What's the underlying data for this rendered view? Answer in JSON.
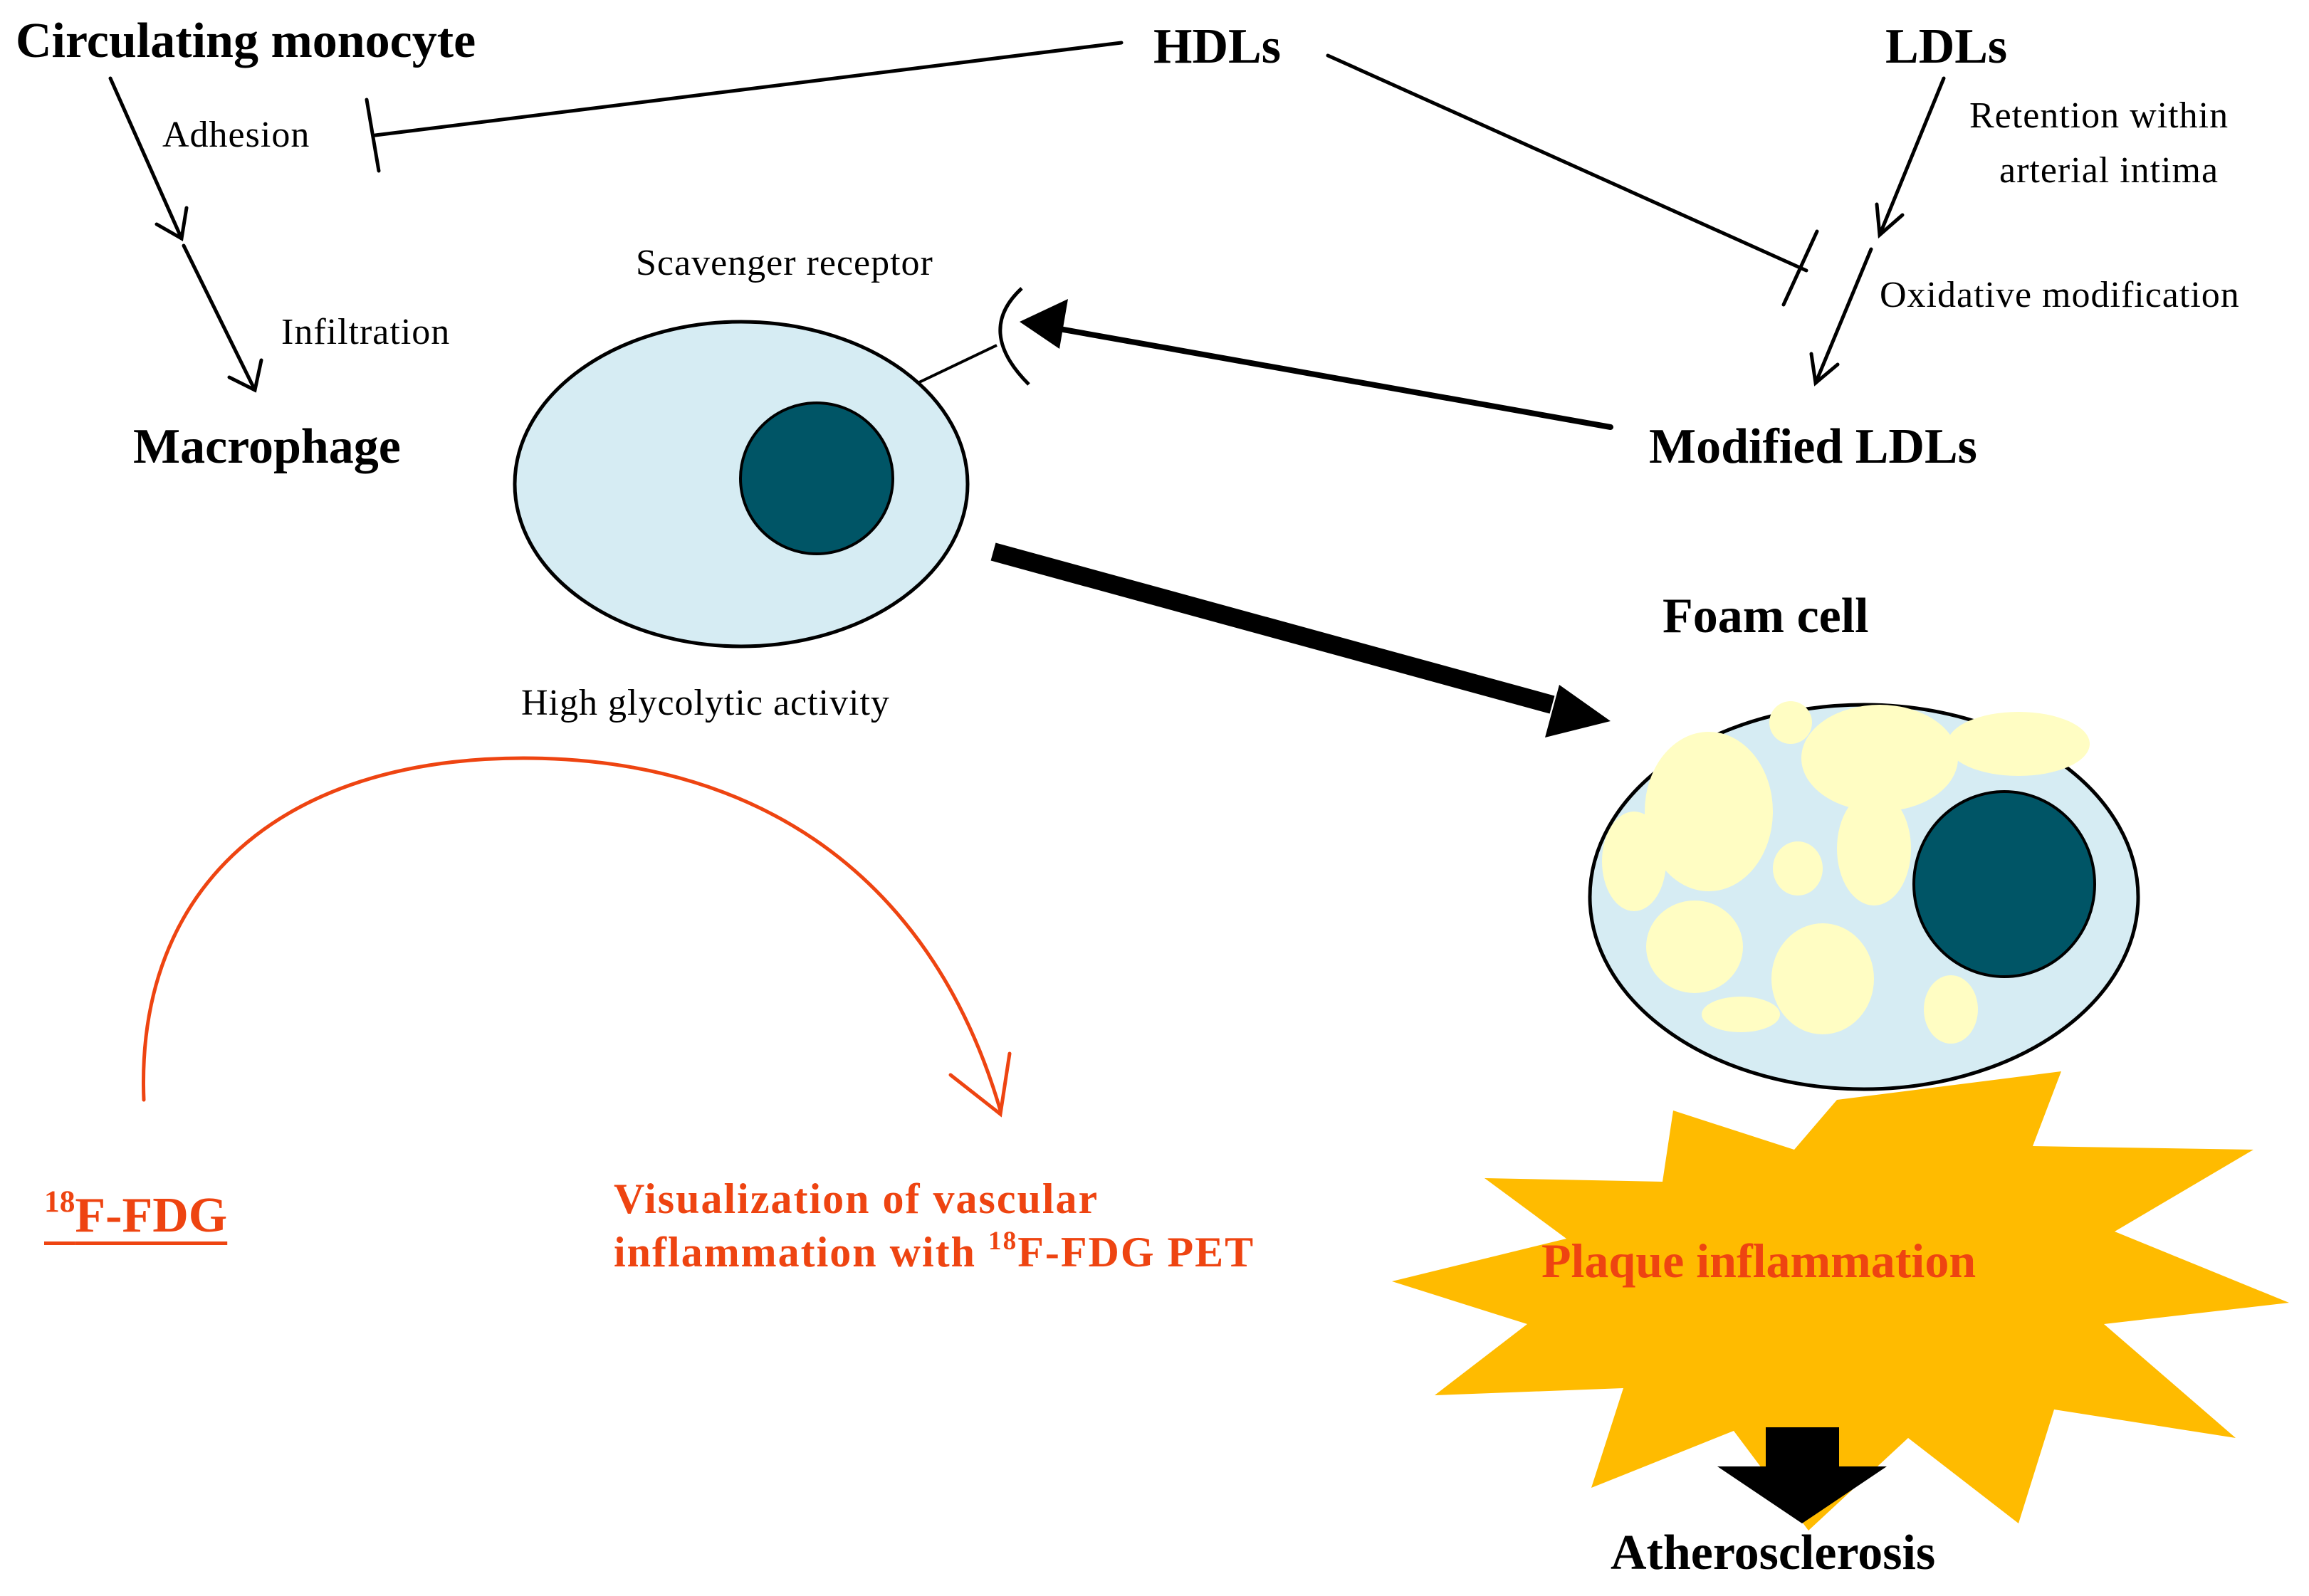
{
  "nodes": {
    "circulating_monocyte": "Circulating monocyte",
    "hdls": "HDLs",
    "ldls": "LDLs",
    "macrophage": "Macrophage",
    "modified_ldls": "Modified LDLs",
    "foam_cell": "Foam cell",
    "plaque_inflammation": "Plaque inflammation",
    "atherosclerosis": "Atherosclerosis"
  },
  "labels": {
    "adhesion": "Adhesion",
    "infiltration": "Infiltration",
    "retention_line1": "Retention within",
    "retention_line2": "arterial intima",
    "oxidative_modification": "Oxidative modification",
    "scavenger_receptor": "Scavenger receptor",
    "high_glycolytic_activity": "High glycolytic activity"
  },
  "tracer": {
    "sup": "18",
    "name": "F-FDG"
  },
  "visualization": {
    "line1": "Visualization of vascular",
    "line2_prefix": "inflammation with ",
    "line2_sup": "18",
    "line2_suffix": "F-FDG PET"
  },
  "colors": {
    "cell_fill": "#d6ecf3",
    "nucleus": "#005566",
    "lipid_droplet": "#fffdc3",
    "burst": "#ffbb00",
    "highlight_text": "#ee4411"
  }
}
